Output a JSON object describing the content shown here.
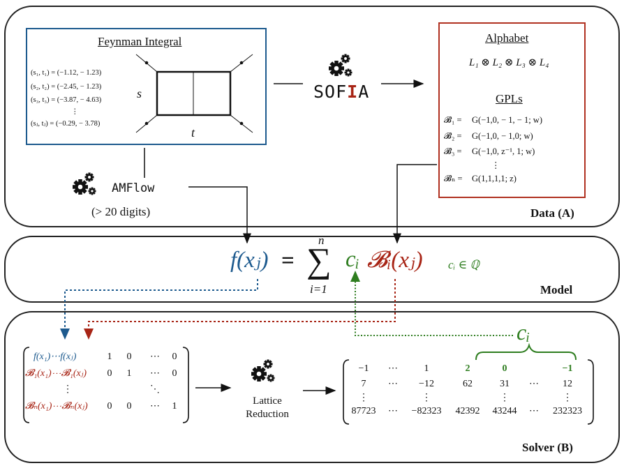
{
  "data_panel": {
    "label": "Data (A)",
    "feynman": {
      "title": "Feynman Integral",
      "points": [
        "(s₁, t₁) = (−1.12, − 1.23)",
        "(s₂, t₂) = (−2.45, − 1.23)",
        "(s₃, t₃) = (−3.87, − 4.63)",
        "⋮",
        "(sⱼ, tⱼ) = (−0.29, − 3.78)"
      ],
      "s_label": "s",
      "t_label": "t"
    },
    "sofia": {
      "text_left": "SOF",
      "text_mid": "I",
      "text_right": "A"
    },
    "amflow": {
      "name": "AMFlow",
      "note": "(> 20 digits)"
    },
    "alphabet": {
      "title": "Alphabet",
      "expr": "L₁ ⊗ L₂ ⊗ L₃ ⊗ L₄",
      "gpl_title": "GPLs",
      "gpls": [
        {
          "lhs": "𝓑₁ =",
          "rhs": "G(−1,0, − 1, − 1; w)"
        },
        {
          "lhs": "𝓑₂ =",
          "rhs": "G(−1,0, − 1,0; w)"
        },
        {
          "lhs": "𝓑₃ =",
          "rhs": "G(−1,0, z⁻¹, 1; w)"
        },
        {
          "lhs": "",
          "rhs": "⋮"
        },
        {
          "lhs": "𝓑ₙ =",
          "rhs": "G(1,1,1,1; z)"
        }
      ]
    }
  },
  "model_panel": {
    "label": "Model",
    "lhs": "f(xⱼ)",
    "eq": "=",
    "sum": "∑",
    "sum_upper": "n",
    "sum_lower": "i=1",
    "coef": "cᵢ",
    "basis": "𝓑ᵢ(xⱼ)",
    "domain": "cᵢ ∈ ℚ"
  },
  "solver_panel": {
    "label": "Solver (B)",
    "lattice": "Lattice Reduction",
    "ci_label": "cᵢ",
    "left_matrix": [
      [
        "f(x₁)⋯f(xⱼ)",
        "1",
        "0",
        "⋯",
        "0"
      ],
      [
        "𝓑₁(x₁)⋯𝓑₁(xⱼ)",
        "0",
        "1",
        "⋯",
        "0"
      ],
      [
        "⋮",
        "",
        "",
        "⋱",
        ""
      ],
      [
        "𝓑ₙ(x₁)⋯𝓑ₙ(xⱼ)",
        "0",
        "0",
        "⋯",
        "1"
      ]
    ],
    "right_matrix": [
      [
        "−1",
        "⋯",
        "1",
        "2",
        "0",
        "",
        "−1"
      ],
      [
        "7",
        "⋯",
        "−12",
        "62",
        "31",
        "⋯",
        "12"
      ],
      [
        "⋮",
        "",
        "⋮",
        "",
        "⋮",
        "",
        "⋮"
      ],
      [
        "87723",
        "⋯",
        "−82323",
        "42392",
        "43244",
        "⋯",
        "232323"
      ]
    ]
  },
  "colors": {
    "blue": "#1d5a8e",
    "red": "#a82516",
    "green": "#2e7d1f"
  },
  "icons": [
    "gears-icon",
    "gears-icon",
    "gears-icon"
  ]
}
